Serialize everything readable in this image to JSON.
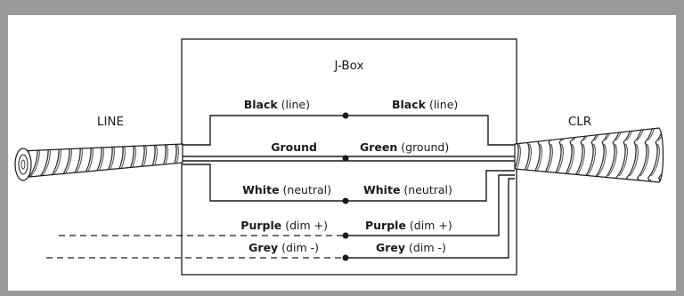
{
  "box": {
    "title": "J-Box"
  },
  "labels": {
    "line": "LINE",
    "clr": "CLR"
  },
  "connections": [
    {
      "left": {
        "bold": "Black",
        "rest": " (line)"
      },
      "right": {
        "bold": "Black",
        "rest": " (line)"
      }
    },
    {
      "left": {
        "bold": "Ground",
        "rest": ""
      },
      "right": {
        "bold": "Green",
        "rest": " (ground)"
      }
    },
    {
      "left": {
        "bold": "White",
        "rest": " (neutral)"
      },
      "right": {
        "bold": "White",
        "rest": " (neutral)"
      }
    },
    {
      "left": {
        "bold": "Purple",
        "rest": " (dim +)"
      },
      "right": {
        "bold": "Purple",
        "rest": " (dim +)"
      }
    },
    {
      "left": {
        "bold": "Grey",
        "rest": " (dim -)"
      },
      "right": {
        "bold": "Grey",
        "rest": " (dim -)"
      }
    }
  ],
  "colors": {
    "frame": "#9a9a9a",
    "background": "#ffffff",
    "ink": "#1a1a1a"
  }
}
